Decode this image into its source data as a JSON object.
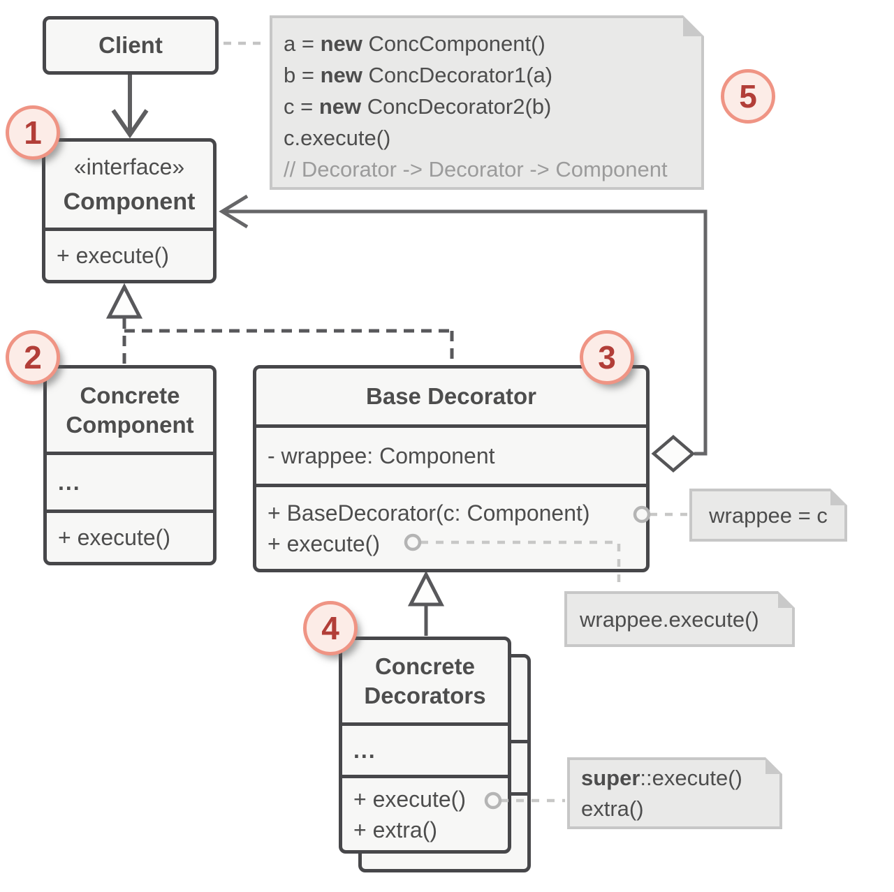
{
  "diagram_title": "Decorator pattern UML diagram",
  "classes": {
    "client": {
      "title": "Client"
    },
    "component": {
      "stereotype": "«interface»",
      "title": "Component",
      "methods": [
        "+ execute()"
      ]
    },
    "concrete_component": {
      "title": "Concrete Component",
      "placeholder": "...",
      "methods": [
        "+ execute()"
      ]
    },
    "base_decorator": {
      "title": "Base Decorator",
      "fields": [
        "- wrappee: Component"
      ],
      "methods": [
        "+ BaseDecorator(c: Component)",
        "+ execute()"
      ]
    },
    "concrete_decorators": {
      "title": "Concrete Decorators",
      "placeholder": "...",
      "methods": [
        "+ execute()",
        "+ extra()"
      ]
    }
  },
  "notes": {
    "client_code": {
      "lines": [
        {
          "muted": false,
          "segments": [
            {
              "t": "a = "
            },
            {
              "t": "new",
              "b": true
            },
            {
              "t": " ConcComponent()"
            }
          ]
        },
        {
          "muted": false,
          "segments": [
            {
              "t": "b = "
            },
            {
              "t": "new",
              "b": true
            },
            {
              "t": " ConcDecorator1(a)"
            }
          ]
        },
        {
          "muted": false,
          "segments": [
            {
              "t": "c = "
            },
            {
              "t": "new",
              "b": true
            },
            {
              "t": " ConcDecorator2(b)"
            }
          ]
        },
        {
          "muted": false,
          "segments": [
            {
              "t": "c.execute()"
            }
          ]
        },
        {
          "muted": true,
          "segments": [
            {
              "t": "// Decorator -> Decorator -> Component"
            }
          ]
        }
      ]
    },
    "wrappee_assign": {
      "text": "wrappee = c"
    },
    "wrappee_execute": {
      "text": "wrappee.execute()"
    },
    "super_execute": {
      "lines": [
        {
          "muted": false,
          "segments": [
            {
              "t": "super",
              "b": true
            },
            {
              "t": "::execute()"
            }
          ]
        },
        {
          "muted": false,
          "segments": [
            {
              "t": "extra()"
            }
          ]
        }
      ]
    }
  },
  "badges": [
    {
      "label": "1"
    },
    {
      "label": "2"
    },
    {
      "label": "3"
    },
    {
      "label": "4"
    },
    {
      "label": "5"
    }
  ],
  "colors": {
    "class_border": "#47474a",
    "class_fill": "#f7f7f6",
    "text": "#4d4d4d",
    "note_fill": "#e9e9e8",
    "note_border": "#c7c7c7",
    "muted_text": "#9b9b9b",
    "badge_fill": "#fcece7",
    "badge_border": "#ef9484",
    "badge_text": "#b23e38",
    "connector_dark": "#5e5e60",
    "connector_light": "#c4c4c4"
  }
}
